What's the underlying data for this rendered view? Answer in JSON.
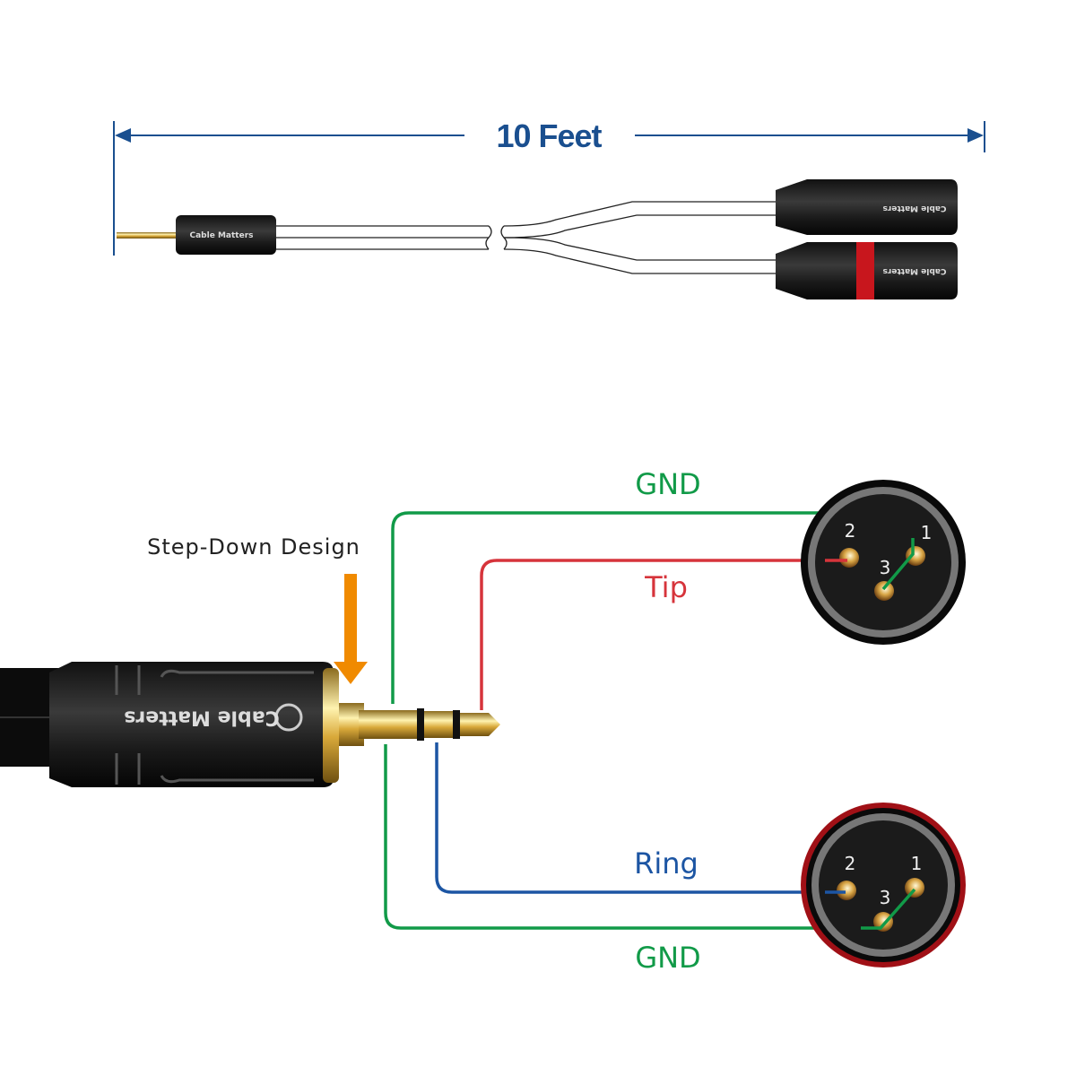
{
  "length_label": "10 Feet",
  "brand": "Cable Matters",
  "callout": "Step-Down Design",
  "wires": {
    "gnd_top": "GND",
    "tip": "Tip",
    "ring": "Ring",
    "gnd_bottom": "GND"
  },
  "pins": {
    "pin1": "1",
    "pin2": "2",
    "pin3": "3"
  },
  "colors": {
    "dimension": "#1a4f8f",
    "gnd": "#119a48",
    "tip": "#d6343b",
    "ring": "#1c55a3",
    "callout_arrow": "#f08a00",
    "xlr_band_red": "#c8161d"
  }
}
